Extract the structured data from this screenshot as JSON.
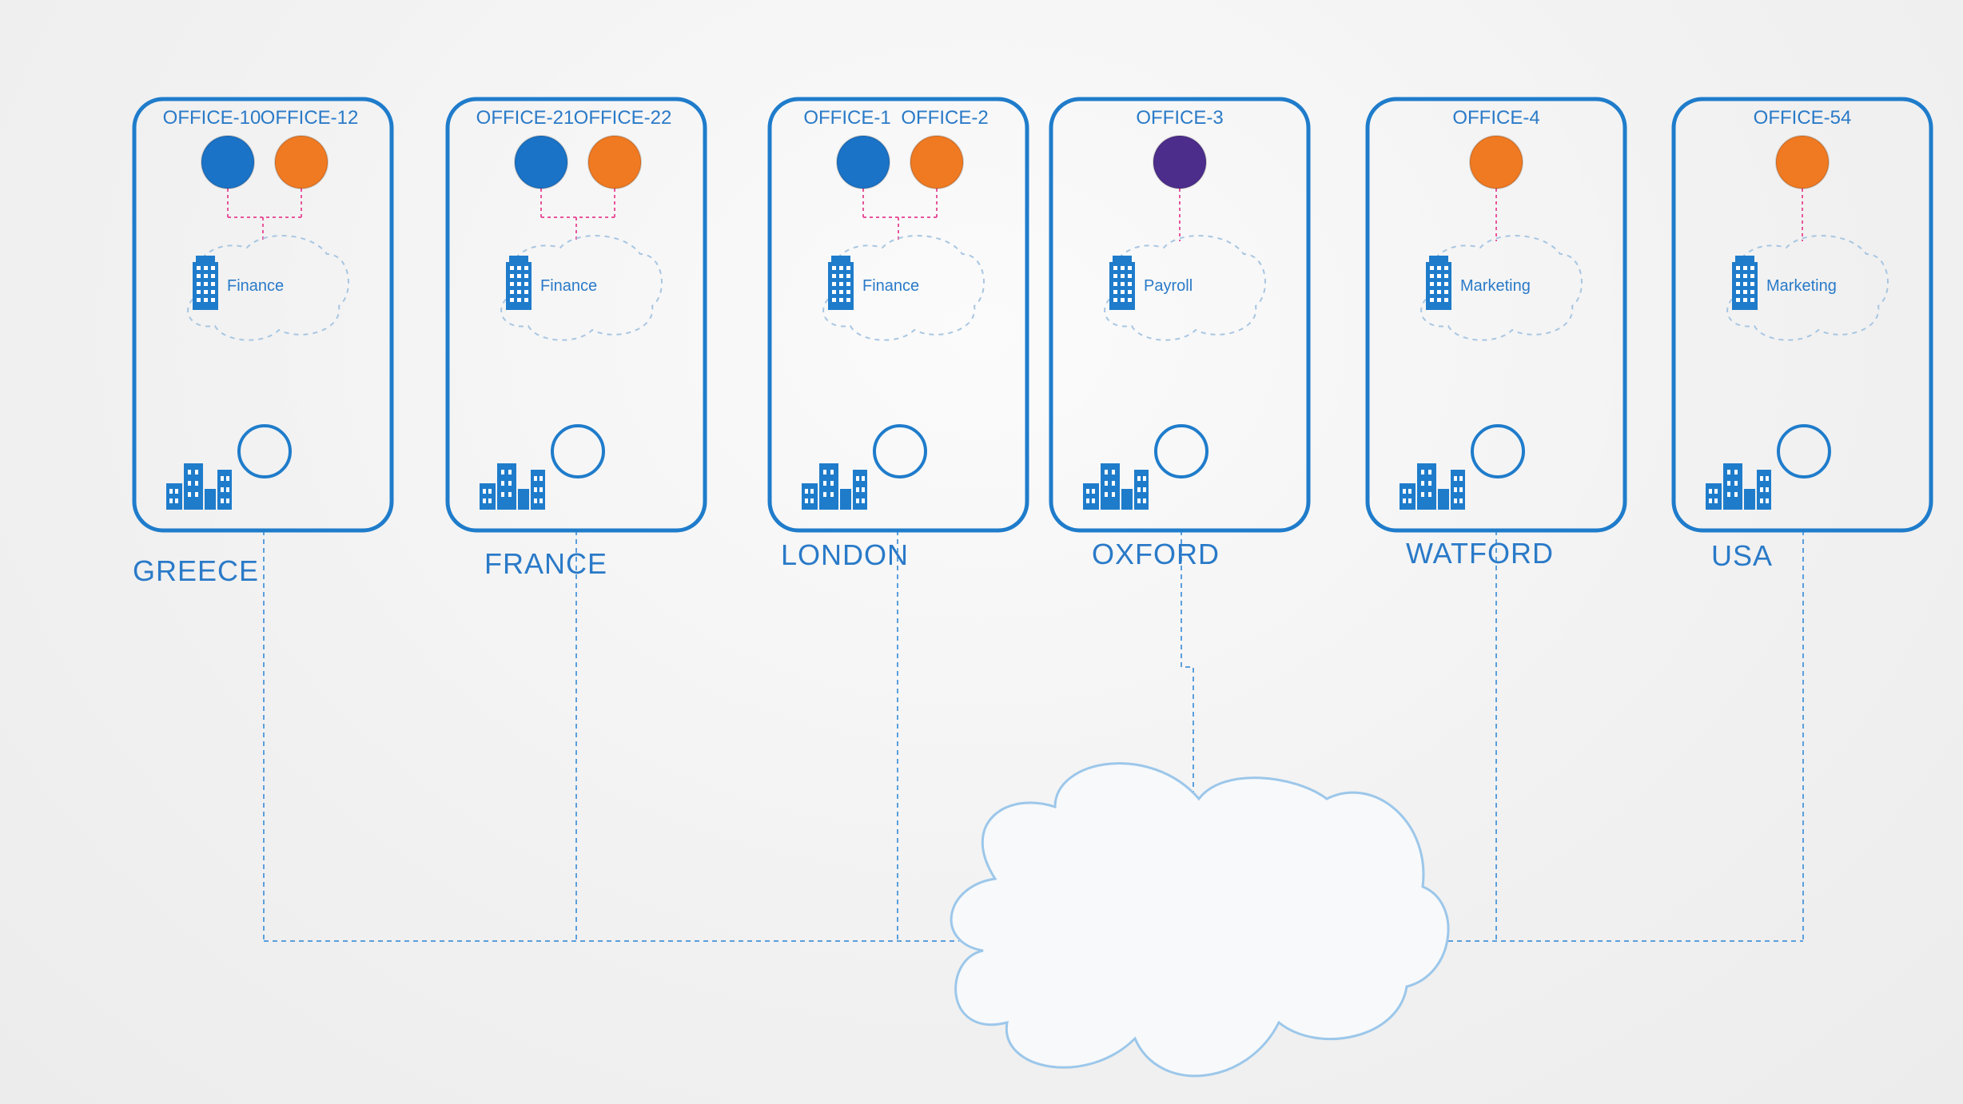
{
  "colors": {
    "accent": "#1f7ccb",
    "box_stroke": "#1f7ccb",
    "text": "#2a7ac8",
    "pod_blue": "#1a73c7",
    "pod_orange": "#f07a22",
    "pod_purple": "#4d2d8c",
    "connector": "#e8559b",
    "network_line": "#5b9fdc",
    "cloud_stroke": "#9cc7ea"
  },
  "sites": [
    {
      "name": "GREECE",
      "department": "Finance",
      "offices": [
        {
          "label": "OFFICE-10",
          "color": "blue"
        },
        {
          "label": "OFFICE-12",
          "color": "orange"
        }
      ]
    },
    {
      "name": "FRANCE",
      "department": "Finance",
      "offices": [
        {
          "label": "OFFICE-21",
          "color": "blue"
        },
        {
          "label": "OFFICE-22",
          "color": "orange"
        }
      ]
    },
    {
      "name": "LONDON",
      "department": "Finance",
      "offices": [
        {
          "label": "OFFICE-1",
          "color": "blue"
        },
        {
          "label": "OFFICE-2",
          "color": "orange"
        }
      ]
    },
    {
      "name": "OXFORD",
      "department": "Payroll",
      "offices": [
        {
          "label": "OFFICE-3",
          "color": "purple"
        }
      ]
    },
    {
      "name": "WATFORD",
      "department": "Marketing",
      "offices": [
        {
          "label": "OFFICE-4",
          "color": "orange"
        }
      ]
    },
    {
      "name": "USA",
      "department": "Marketing",
      "offices": [
        {
          "label": "OFFICE-54",
          "color": "orange"
        }
      ]
    }
  ],
  "icons": {
    "building": "building-icon",
    "city": "city-buildings-icon",
    "node": "empty-circle-node",
    "cloud": "network-cloud"
  }
}
